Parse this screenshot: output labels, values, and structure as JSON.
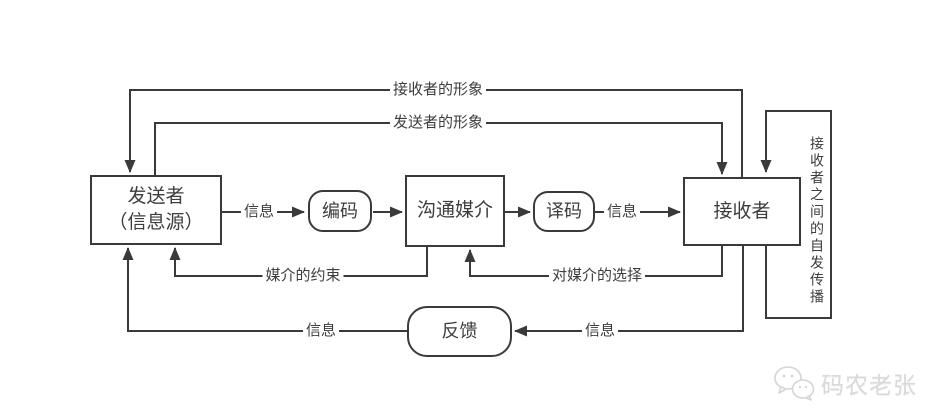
{
  "diagram": {
    "title": "communication-model-flowchart",
    "nodes": {
      "sender": {
        "line1": "发送者",
        "line2": "（信息源）"
      },
      "encode": {
        "label": "编码"
      },
      "medium": {
        "label": "沟通媒介"
      },
      "decode": {
        "label": "译码"
      },
      "receiver": {
        "label": "接收者"
      },
      "feedback": {
        "label": "反馈"
      }
    },
    "edge_labels": {
      "info_sender_to_encode": "信息",
      "info_decode_to_receiver": "信息",
      "info_receiver_to_feedback": "信息",
      "info_feedback_to_sender": "信息",
      "medium_constraint": "媒介的约束",
      "medium_choice": "对媒介的选择",
      "receiver_image": "接收者的形象",
      "sender_image": "发送者的形象",
      "spontaneous_spread": "接收者之间的自发传播"
    },
    "colors": {
      "line": "#3a3a3a",
      "text": "#3d3d3d",
      "watermark": "#d9d9d9",
      "background": "#ffffff"
    }
  },
  "watermark": {
    "label": "码农老张",
    "icon": "wechat-chat-bubbles-icon"
  }
}
